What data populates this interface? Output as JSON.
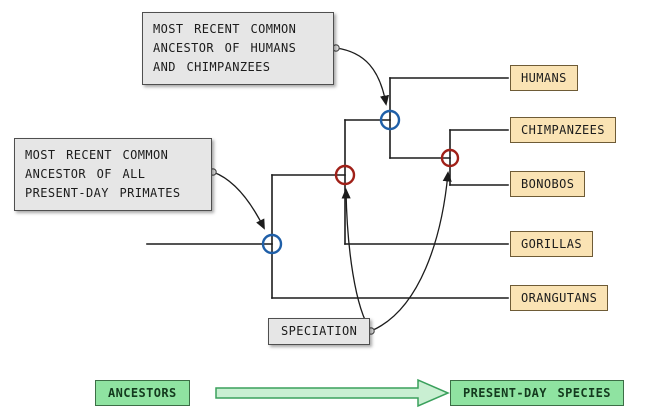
{
  "diagram": {
    "callout_mrca_humans_chimps": {
      "line1": "MOST RECENT COMMON",
      "line2": "ANCESTOR OF HUMANS",
      "line3": "AND CHIMPANZEES"
    },
    "callout_mrca_all_primates": {
      "line1": "MOST RECENT COMMON",
      "line2": "ANCESTOR OF ALL",
      "line3": "PRESENT-DAY PRIMATES"
    },
    "speciation_label": "SPECIATION",
    "species": [
      {
        "label": "HUMANS"
      },
      {
        "label": "CHIMPANZEES"
      },
      {
        "label": "BONOBOS"
      },
      {
        "label": "GORILLAS"
      },
      {
        "label": "ORANGUTANS"
      }
    ],
    "legend": {
      "ancestors": "ANCESTORS",
      "present_day": "PRESENT-DAY SPECIES"
    },
    "colors": {
      "ancestor_node": "#1f5fa8",
      "speciation_node": "#a02018",
      "species_box_fill": "#fae3b4",
      "callout_fill": "#e6e6e6",
      "legend_fill": "#8fe3a1",
      "legend_arrow_fill": "#c9efd2",
      "legend_arrow_stroke": "#3aa05c",
      "line": "#1c1c1c"
    }
  }
}
